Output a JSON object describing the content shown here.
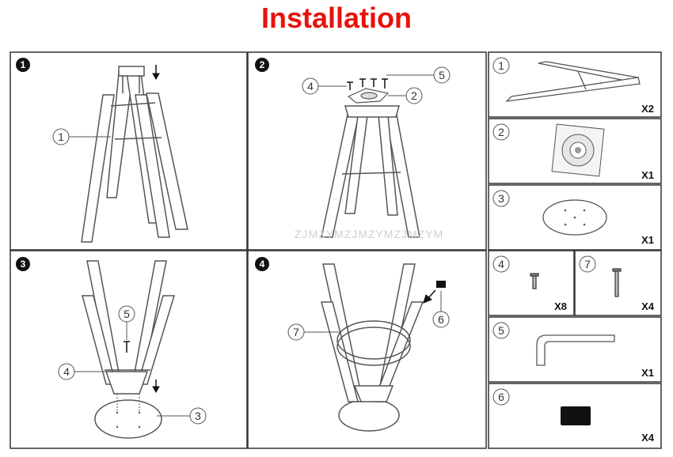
{
  "title": "Installation",
  "steps": [
    {
      "number": "1",
      "callouts": [
        "1"
      ]
    },
    {
      "number": "2",
      "callouts": [
        "4",
        "5",
        "2"
      ]
    },
    {
      "number": "3",
      "callouts": [
        "5",
        "4",
        "3"
      ]
    },
    {
      "number": "4",
      "callouts": [
        "7",
        "6"
      ]
    }
  ],
  "parts": [
    {
      "number": "1",
      "quantity": "X2",
      "icon": "wooden-leg-pair-icon"
    },
    {
      "number": "2",
      "quantity": "X1",
      "icon": "swivel-plate-icon"
    },
    {
      "number": "3",
      "quantity": "X1",
      "icon": "round-seat-icon"
    },
    {
      "number": "4",
      "quantity": "X8",
      "icon": "short-screw-icon"
    },
    {
      "number": "7",
      "quantity": "X4",
      "icon": "long-screw-icon"
    },
    {
      "number": "5",
      "quantity": "X1",
      "icon": "allen-key-icon"
    },
    {
      "number": "6",
      "quantity": "X4",
      "icon": "foot-pad-icon"
    }
  ],
  "watermark": "ZJMZYMZJMZYMZJMZYM",
  "colors": {
    "title": "#e8120c",
    "line": "#333333"
  }
}
